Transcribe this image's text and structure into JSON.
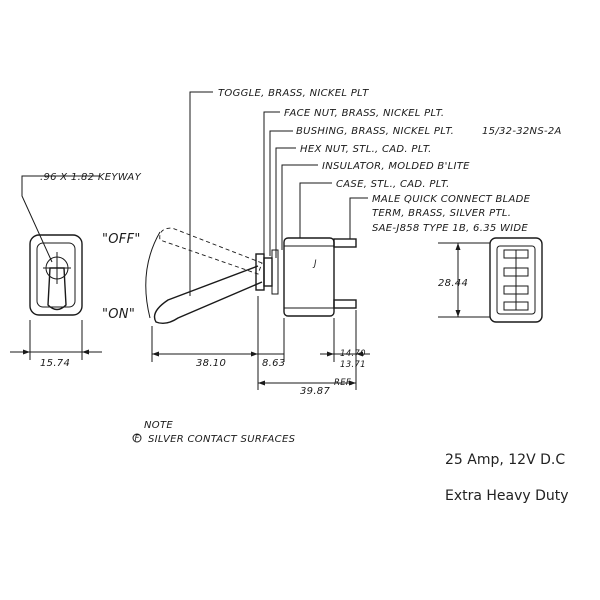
{
  "callouts": {
    "toggle": "TOGGLE, BRASS, NICKEL PLT",
    "face_nut": "FACE NUT, BRASS, NICKEL PLT.",
    "bushing": "BUSHING, BRASS, NICKEL PLT.",
    "bushing_thread": "15/32-32NS-2A",
    "hex_nut": "HEX NUT, STL., CAD. PLT.",
    "insulator": "INSULATOR, MOLDED B'LITE",
    "case": "CASE, STL., CAD. PLT.",
    "terminal_line1": "MALE QUICK CONNECT BLADE",
    "terminal_line2": "TERM, BRASS, SILVER PTL.",
    "terminal_line3": "SAE-J858 TYPE 1B, 6.35 WIDE",
    "keyway": ".96 X 1.82 KEYWAY"
  },
  "positions": {
    "off": "\"OFF\"",
    "on": "\"ON\""
  },
  "dimensions": {
    "front_width": "15.74",
    "toggle_length": "38.10",
    "bushing_length": "8.63",
    "terminal_top": "14.70",
    "terminal_bottom": "13.71",
    "overall": "39.87",
    "overall_suffix": "REF.",
    "end_height": "28.44"
  },
  "note": {
    "heading": "NOTE",
    "symbol": "F",
    "text": "SILVER CONTACT SURFACES"
  },
  "specs": {
    "rating": "25 Amp, 12V D.C",
    "duty": "Extra Heavy Duty"
  }
}
